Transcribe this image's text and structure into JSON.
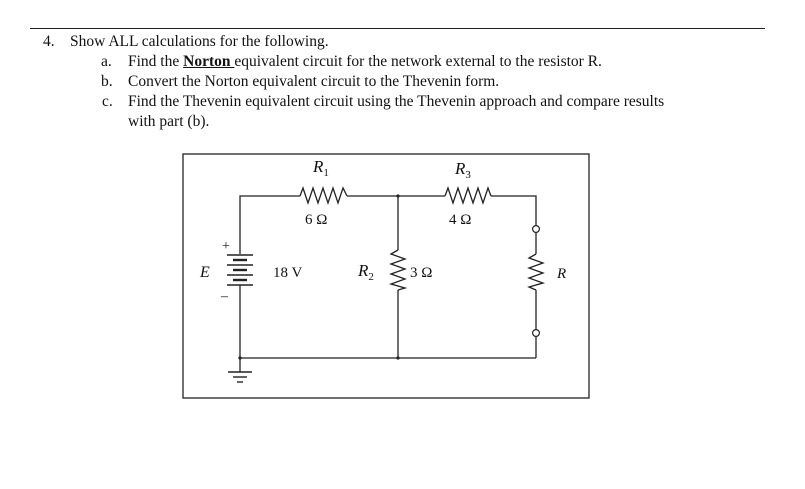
{
  "question": {
    "number": "4.",
    "text": "Show ALL calculations for the following."
  },
  "parts": [
    {
      "letter": "a.",
      "pre": "Find the ",
      "bold": "Norton ",
      "post": "equivalent circuit for the network external to the resistor R."
    },
    {
      "letter": "b.",
      "text": "Convert the Norton equivalent circuit to the Thevenin form."
    },
    {
      "letter": "c.",
      "line1": "Find the Thevenin equivalent circuit using the Thevenin approach and compare results",
      "line2": "with part (b)."
    }
  ],
  "circuit": {
    "r1_label": "R",
    "r1_sub": "1",
    "r1_value": "6 Ω",
    "r3_label": "R",
    "r3_sub": "3",
    "r3_value": "4 Ω",
    "r2_label": "R",
    "r2_sub": "2",
    "r2_value": "3 Ω",
    "source_label": "E",
    "source_value": "18 V",
    "plus": "+",
    "minus": "–",
    "load_label": "R"
  }
}
